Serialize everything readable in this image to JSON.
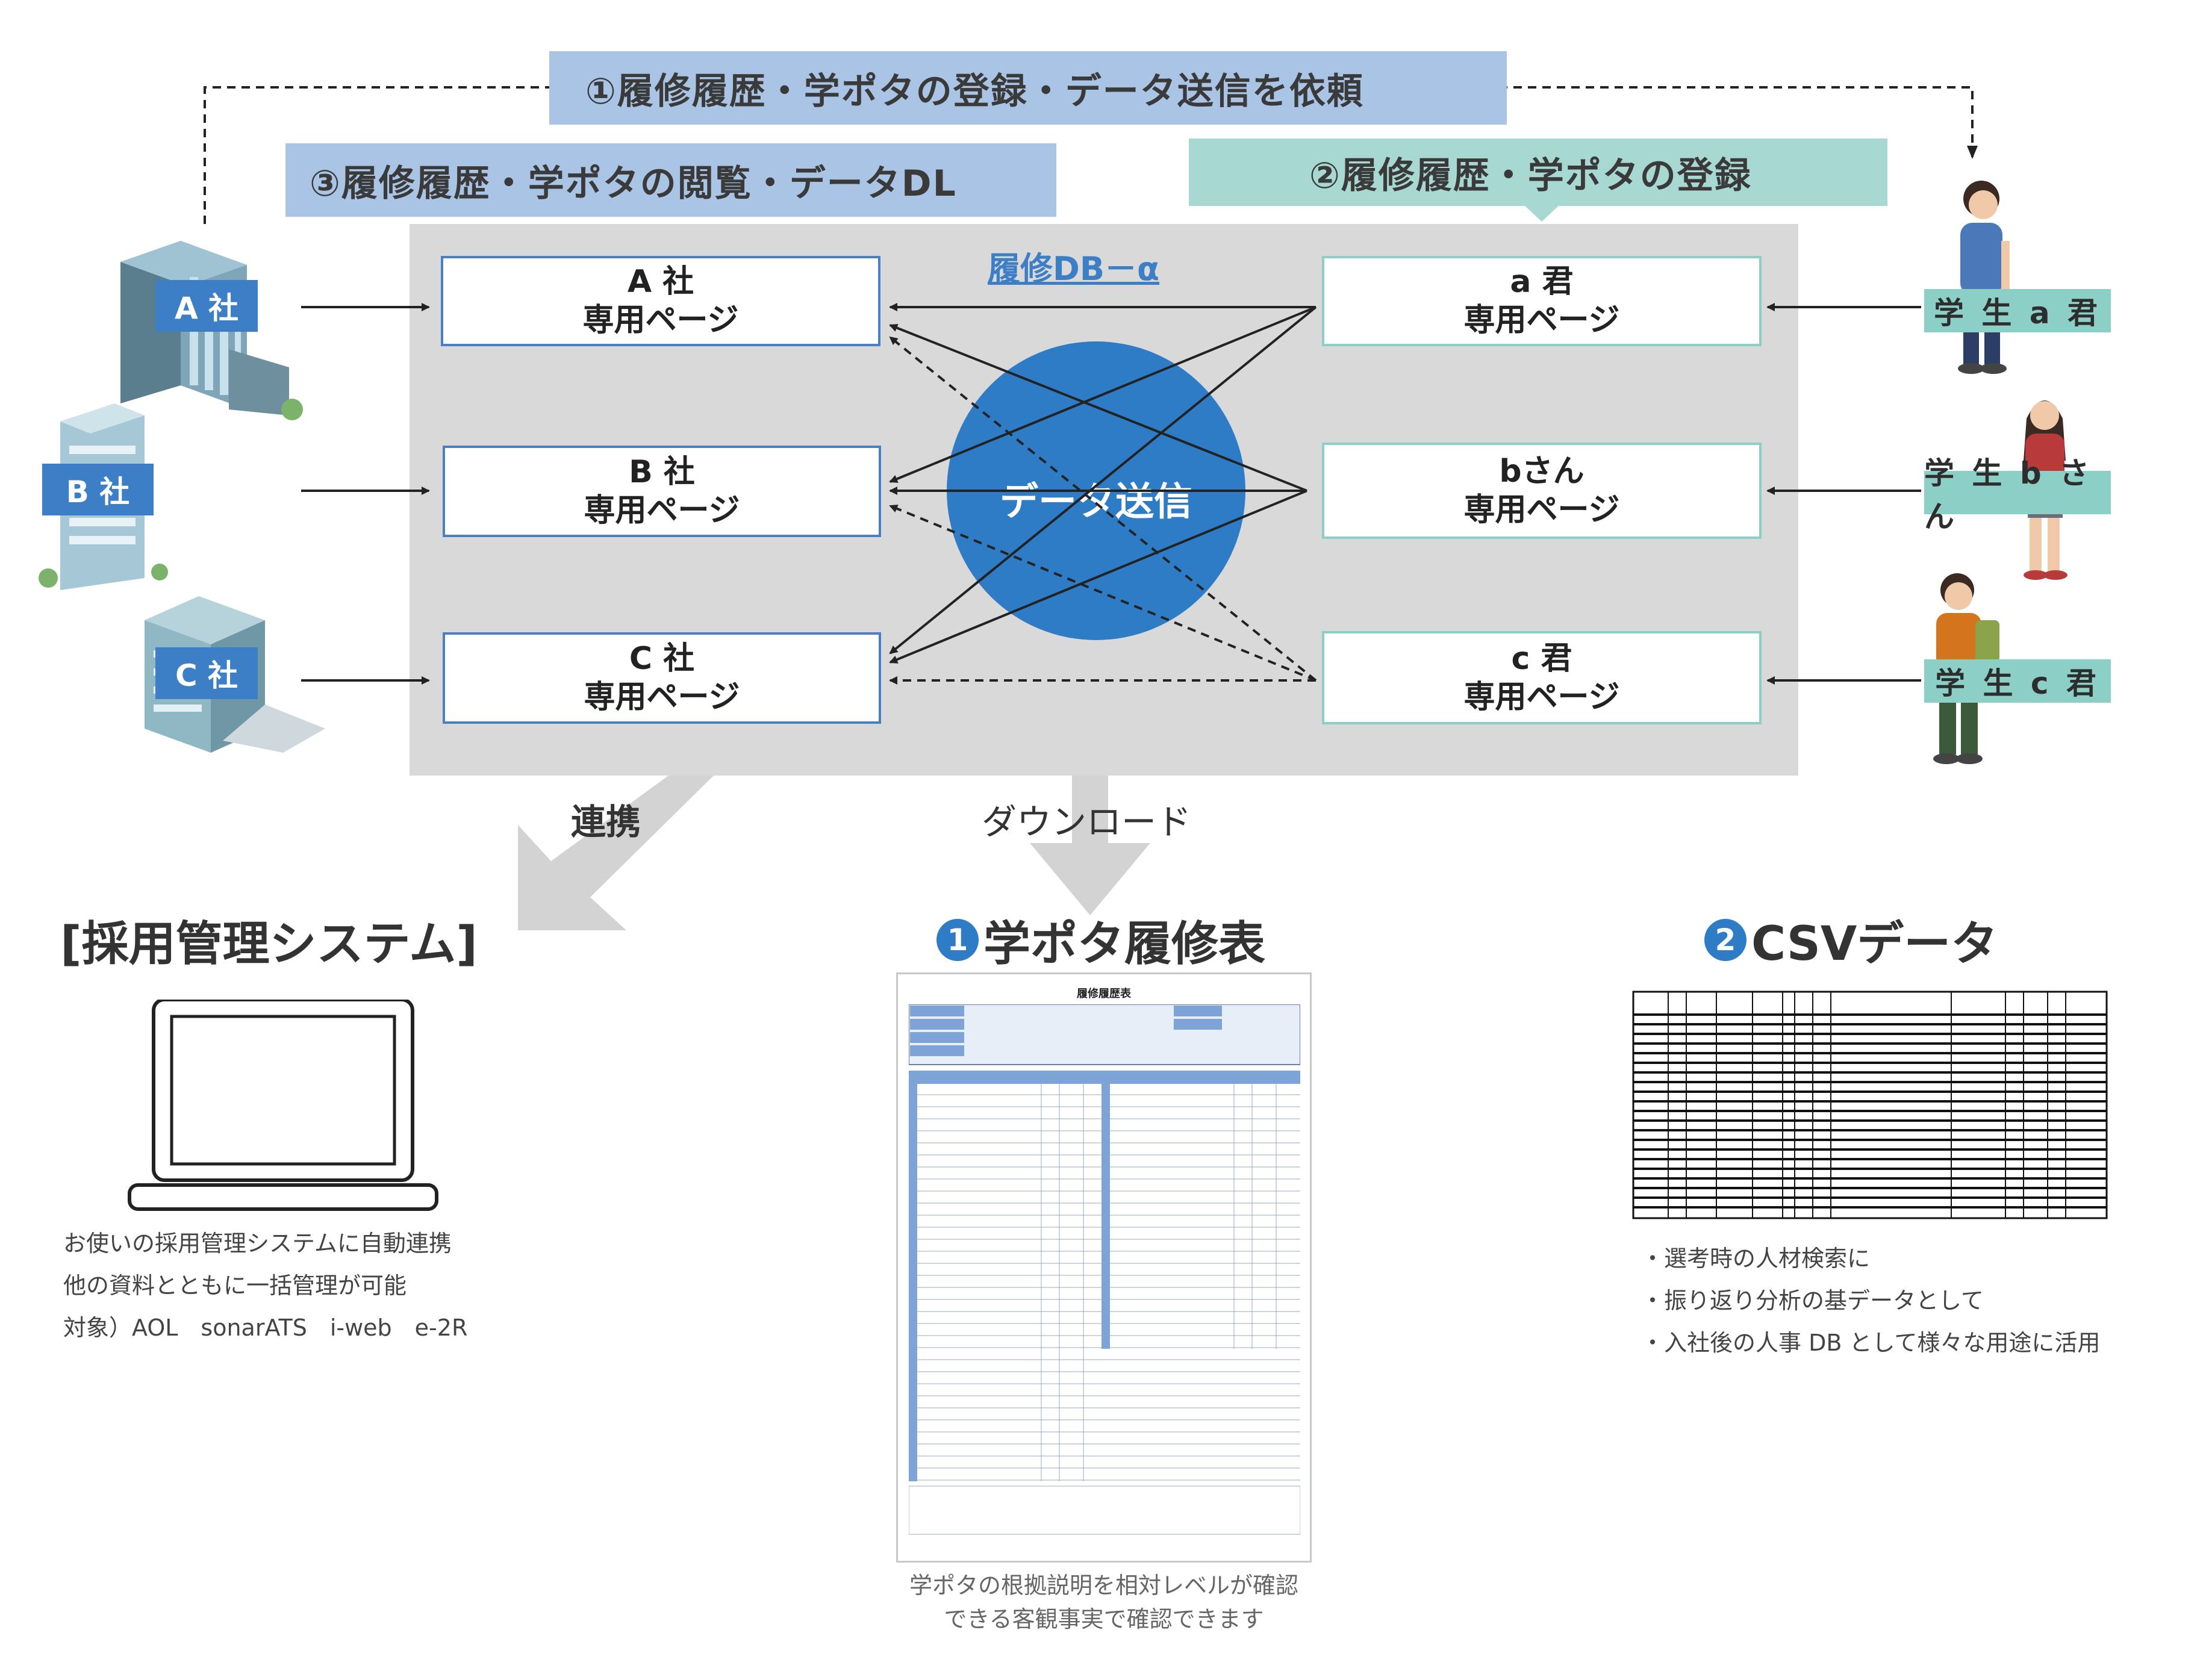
{
  "banners": {
    "request": "①履修履歴・学ポタの登録・データ送信を依頼",
    "view": "③履修履歴・学ポタの閲覧・データDL",
    "register": "②履修履歴・学ポタの登録"
  },
  "db": {
    "title": "履修DB－α",
    "transfer_label": "データ送信"
  },
  "company_pages": [
    {
      "name": "A 社",
      "sub": "専用ページ"
    },
    {
      "name": "B 社",
      "sub": "専用ページ"
    },
    {
      "name": "C 社",
      "sub": "専用ページ"
    }
  ],
  "student_pages": [
    {
      "name": "a 君",
      "sub": "専用ページ"
    },
    {
      "name": "bさん",
      "sub": "専用ページ"
    },
    {
      "name": "c 君",
      "sub": "専用ページ"
    }
  ],
  "company_tags": [
    "A 社",
    "B 社",
    "C 社"
  ],
  "student_tags": [
    "学 生 a 君",
    "学 生 b さ ん",
    "学 生 c 君"
  ],
  "flows": {
    "link_label": "連携",
    "download_label": "ダウンロード"
  },
  "outputs": {
    "ats": {
      "title": "[採用管理システム]",
      "lines": [
        "お使いの採用管理システムに自動連携",
        "他の資料とともに一括管理が可能",
        "対象）AOL　sonarATS　i-web　e-2R"
      ]
    },
    "report": {
      "number": "1",
      "title": "学ポタ履修表",
      "doc_title": "履修履歴表",
      "caption_lines": [
        "学ポタの根拠説明を相対レベルが確認",
        "できる客観事実で確認できます"
      ]
    },
    "csv": {
      "number": "2",
      "title": "CSVデータ",
      "lines": [
        "・選考時の人材検索に",
        "・振り返り分析の基データとして",
        "・入社後の人事 DB として様々な用途に活用"
      ]
    }
  },
  "colors": {
    "banner_blue": "#a9c4e4",
    "banner_teal": "#a7d8d2",
    "company_blue": "#3d7fc6",
    "student_teal": "#8ccfc7",
    "circle_blue": "#2f7cc6",
    "panel_gray": "#d9d9d9"
  }
}
